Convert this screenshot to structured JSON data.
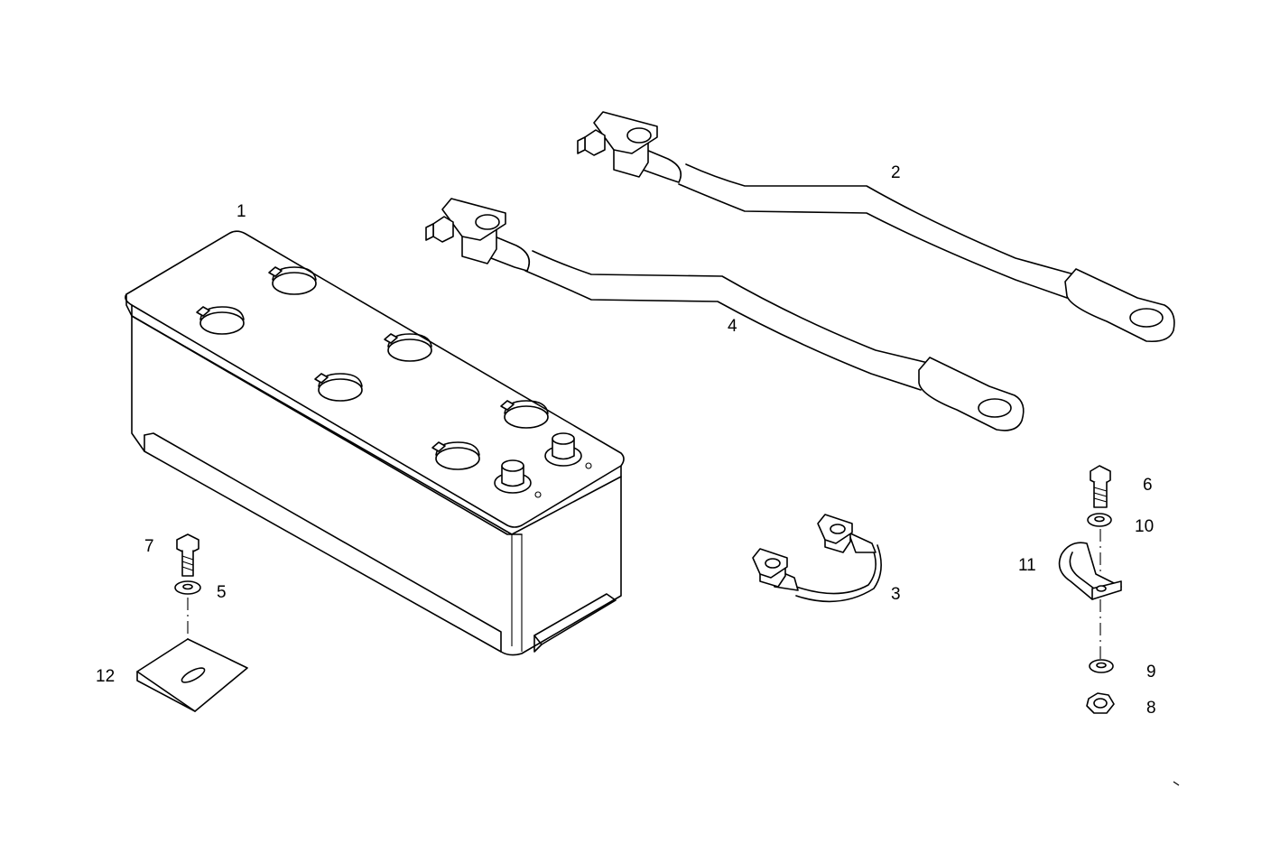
{
  "labels": {
    "p1": "1",
    "p2": "2",
    "p3": "3",
    "p4": "4",
    "p5": "5",
    "p6": "6",
    "p7": "7",
    "p8": "8",
    "p9": "9",
    "p10": "10",
    "p11": "11",
    "p12": "12"
  },
  "colors": {
    "line": "#000000",
    "background": "#ffffff"
  }
}
